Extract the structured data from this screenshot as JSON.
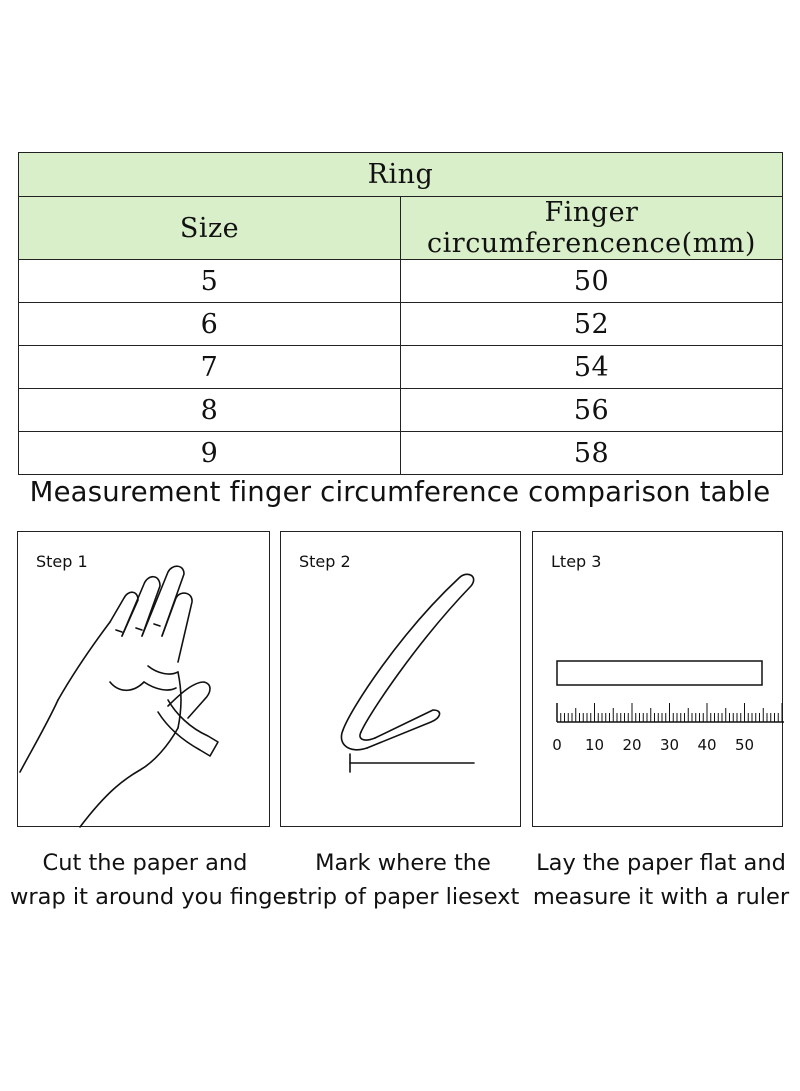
{
  "table": {
    "title": "Ring",
    "headers": [
      "Size",
      "Finger circumferencence(mm)"
    ],
    "rows": [
      {
        "size": "5",
        "circumference": "50"
      },
      {
        "size": "6",
        "circumference": "52"
      },
      {
        "size": "7",
        "circumference": "54"
      },
      {
        "size": "8",
        "circumference": "56"
      },
      {
        "size": "9",
        "circumference": "58"
      }
    ],
    "header_color": "#d9efc9"
  },
  "caption": "Measurement finger circumference comparison table",
  "steps": [
    {
      "label": "Step 1",
      "illustration": "hand-wrapping-paper-icon",
      "lines": [
        "Cut the paper and",
        "wrap it around you finger"
      ]
    },
    {
      "label": "Step 2",
      "illustration": "folded-paper-strip-icon",
      "lines": [
        "Mark where the",
        "strip of paper liesext"
      ]
    },
    {
      "label": "Ltep 3",
      "illustration": "ruler-measure-icon",
      "lines": [
        "Lay the paper flat and",
        "measure it with a ruler"
      ]
    }
  ],
  "ruler": {
    "labels": [
      "0",
      "10",
      "20",
      "30",
      "40",
      "50"
    ]
  }
}
